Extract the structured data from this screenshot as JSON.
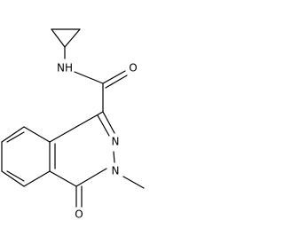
{
  "structure": {
    "atoms": {
      "nh": "NH",
      "carbonyl_o_amide": "O",
      "n_ring_upper": "N",
      "n_ring_methyl": "N",
      "carbonyl_o_ring": "O"
    }
  }
}
